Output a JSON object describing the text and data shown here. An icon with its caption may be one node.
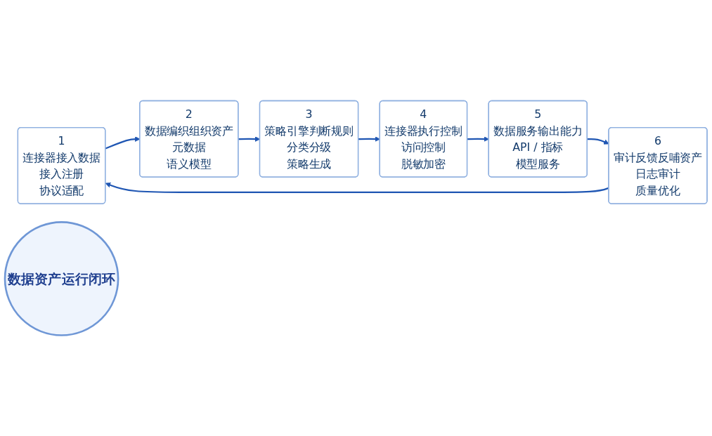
{
  "diagram": {
    "nodes": [
      {
        "text": [
          "1",
          "连接器接入数据",
          "接入注册",
          "协议适配"
        ]
      },
      {
        "text": [
          "2",
          "数据编织组织资产",
          "元数据",
          "语义模型"
        ]
      },
      {
        "text": [
          "3",
          "策略引擎判断规则",
          "分类分级",
          "策略生成"
        ]
      },
      {
        "text": [
          "4",
          "连接器执行控制",
          "访问控制",
          "脱敏加密"
        ]
      },
      {
        "text": [
          "5",
          "数据服务输出能力",
          "API / 指标",
          "模型服务"
        ]
      },
      {
        "text": [
          "6",
          "审计反馈反哺资产",
          "日志审计",
          "质量优化"
        ]
      },
      {
        "text": [
          "数据资产运行闭环"
        ]
      }
    ],
    "edges": [
      {
        "from": 0,
        "to": 1,
        "arrow": "to"
      },
      {
        "from": 1,
        "to": 2,
        "arrow": "to"
      },
      {
        "from": 2,
        "to": 3,
        "arrow": "to"
      },
      {
        "from": 3,
        "to": 4,
        "arrow": "to"
      },
      {
        "from": 4,
        "to": 5,
        "arrow": "to"
      },
      {
        "from": 5,
        "to": 0,
        "arrow": "to"
      }
    ]
  }
}
